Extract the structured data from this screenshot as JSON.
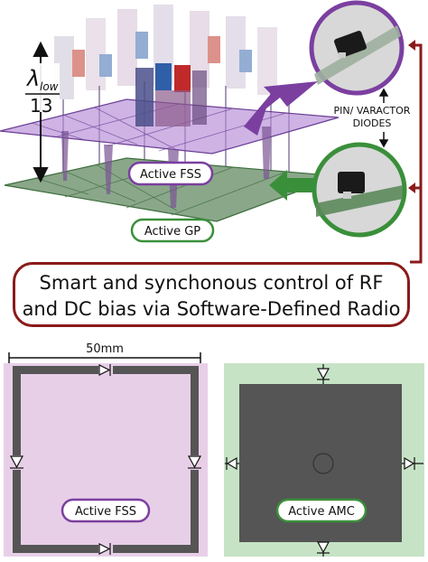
{
  "labels": {
    "lambda_num": "λ",
    "lambda_sub": "low",
    "lambda_den": "13",
    "active_fss_top": "Active FSS",
    "active_gp": "Active GP",
    "diodes_line1": "PIN/ VARACTOR",
    "diodes_line2": "DIODES",
    "banner_line1": "Smart and synchonous control of RF",
    "banner_line2": "and DC bias via Software-Defined Radio",
    "dim_50mm": "50mm",
    "active_fss_bottom": "Active FSS",
    "active_amc": "Active AMC"
  },
  "colors": {
    "purple": "#7b3fa0",
    "fss_plane": "#b48ad6",
    "gp_plane": "#8aa78a",
    "green": "#3a8f3a",
    "dark_red": "#8b1a1a",
    "fss_panel": "#e8cfe8",
    "amc_panel": "#c6e3c6",
    "metal": "#555555"
  }
}
